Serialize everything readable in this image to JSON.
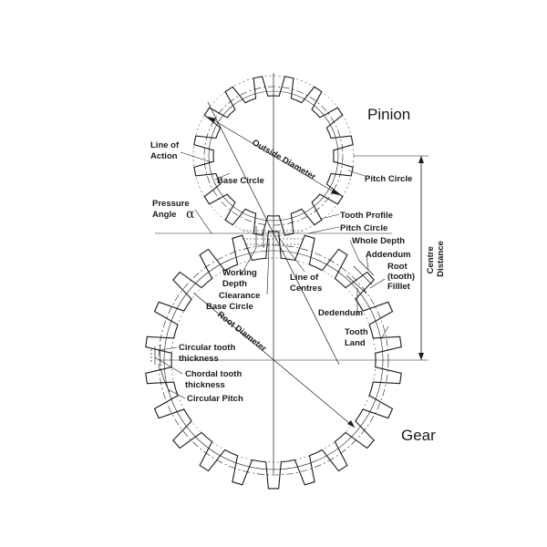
{
  "gears": {
    "pinion": {
      "teeth": 16
    },
    "gear": {
      "teeth": 22
    }
  },
  "labels": {
    "pinion": "Pinion",
    "gear": "Gear",
    "line_of_action": "Line of",
    "line_of_action_2": "Action",
    "outside_diameter": "Outside Diameter",
    "base_circle_pinion": "Base Circle",
    "pitch_circle_pinion": "Pitch Circle",
    "pressure_angle": "Pressure",
    "pressure_angle_2": "Angle",
    "alpha": "α",
    "tooth_profile": "Tooth Profile",
    "pitch_circle": "Pitch Circle",
    "whole_depth": "Whole Depth",
    "addendum": "Addendum",
    "root_fillet_1": "Root",
    "root_fillet_2": "(tooth)",
    "root_fillet_3": "Filllet",
    "centre_distance_1": "Centre",
    "centre_distance_2": "Distance",
    "working_depth_1": "Working",
    "working_depth_2": "Depth",
    "clearance": "Clearance",
    "base_circle_gear": "Base Circle",
    "line_of_centres_1": "Line of",
    "line_of_centres_2": "Centres",
    "root_diameter": "Root Diameter",
    "dedendum": "Dedendum",
    "tooth_land_1": "Tooth",
    "tooth_land_2": "Land",
    "circular_tooth_thickness_1": "Circular tooth",
    "circular_tooth_thickness_2": "thickness",
    "chordal_tooth_thickness_1": "Chordal tooth",
    "chordal_tooth_thickness_2": "thickness",
    "circular_pitch": "Circular Pitch"
  }
}
